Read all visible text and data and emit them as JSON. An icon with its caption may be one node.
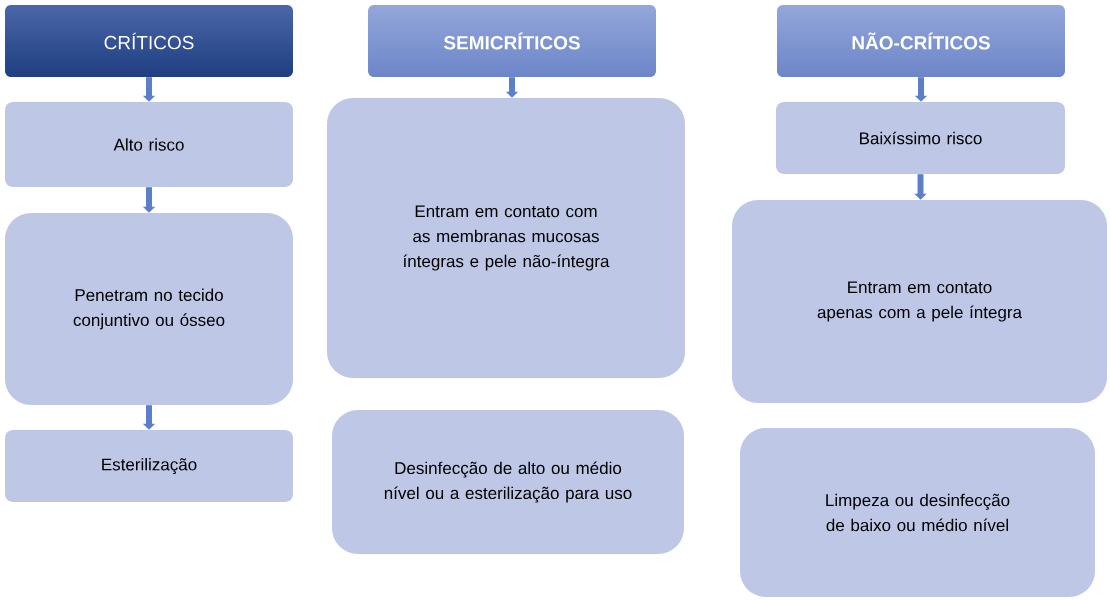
{
  "diagram": {
    "nodes": [
      {
        "text": [
          "CRÍTICOS"
        ]
      },
      {
        "text": [
          "Alto risco"
        ]
      },
      {
        "text": [
          "Penetram no tecido conjuntivo ou ósseo"
        ]
      },
      {
        "text": [
          "Esterilização"
        ]
      },
      {
        "text": [
          "SEMICRÍTICOS"
        ]
      },
      {
        "text": [
          "Entram em contato com as membranas mucosas íntegras e pele não-íntegra"
        ]
      },
      {
        "text": [
          "Desinfecção de alto ou médio nível ou a esterilização para uso"
        ]
      },
      {
        "text": [
          "NÃO-CRÍTICOS"
        ]
      },
      {
        "text": [
          "Baixíssimo risco"
        ]
      },
      {
        "text": [
          "Entram em contato apenas com a pele íntegra"
        ]
      },
      {
        "text": [
          "Limpeza ou desinfecção de baixo ou médio nível"
        ]
      }
    ],
    "edges": [
      {
        "from": 0,
        "to": 1,
        "arrow": "to"
      },
      {
        "from": 1,
        "to": 2,
        "arrow": "to"
      },
      {
        "from": 2,
        "to": 3,
        "arrow": "to"
      },
      {
        "from": 4,
        "to": 5,
        "arrow": "to"
      },
      {
        "from": 7,
        "to": 8,
        "arrow": "to"
      },
      {
        "from": 8,
        "to": 9,
        "arrow": "to"
      }
    ]
  }
}
